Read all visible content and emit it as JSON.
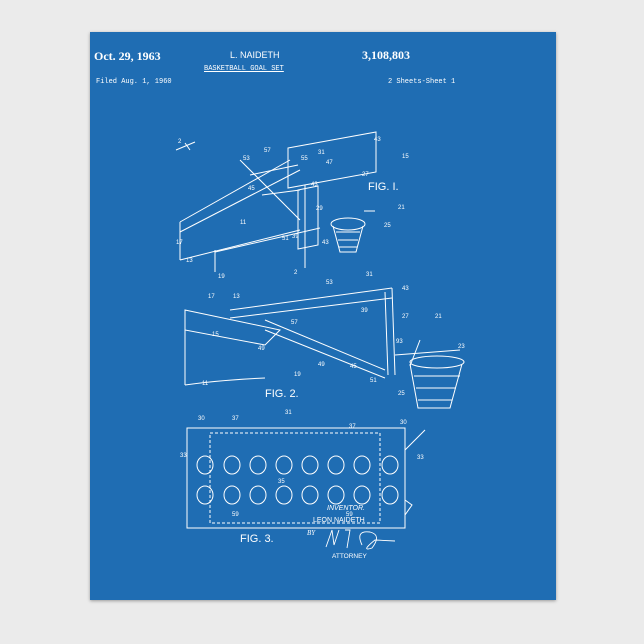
{
  "header": {
    "date": "Oct. 29, 1963",
    "inventor": "L. NAIDETH",
    "patent_number": "3,108,803",
    "title": "BASKETBALL GOAL SET",
    "filed": "Filed Aug. 1, 1960",
    "sheets": "2 Sheets-Sheet 1"
  },
  "figures": {
    "fig1": "FIG. I.",
    "fig2": "FIG. 2.",
    "fig3": "FIG. 3."
  },
  "footer": {
    "inventor_label": "INVENTOR.",
    "inventor_name": "LEON  NAIDETH",
    "by": "BY",
    "attorney": "ATTORNEY"
  },
  "reference_numerals": [
    "31",
    "55",
    "47",
    "43",
    "15",
    "53",
    "57",
    "45",
    "43",
    "27",
    "21",
    "29",
    "25",
    "51",
    "43",
    "39",
    "17",
    "13",
    "19",
    "11",
    "2",
    "2",
    "31",
    "53",
    "43",
    "39",
    "27",
    "21",
    "17",
    "13",
    "57",
    "15",
    "49",
    "45",
    "93",
    "23",
    "25",
    "11",
    "19",
    "51",
    "49",
    "31",
    "30",
    "37",
    "37",
    "30",
    "33",
    "33",
    "35",
    "59",
    "59"
  ],
  "colors": {
    "blueprint": "#1f6db3",
    "line": "#ffffff",
    "frame": "#ebebeb"
  }
}
